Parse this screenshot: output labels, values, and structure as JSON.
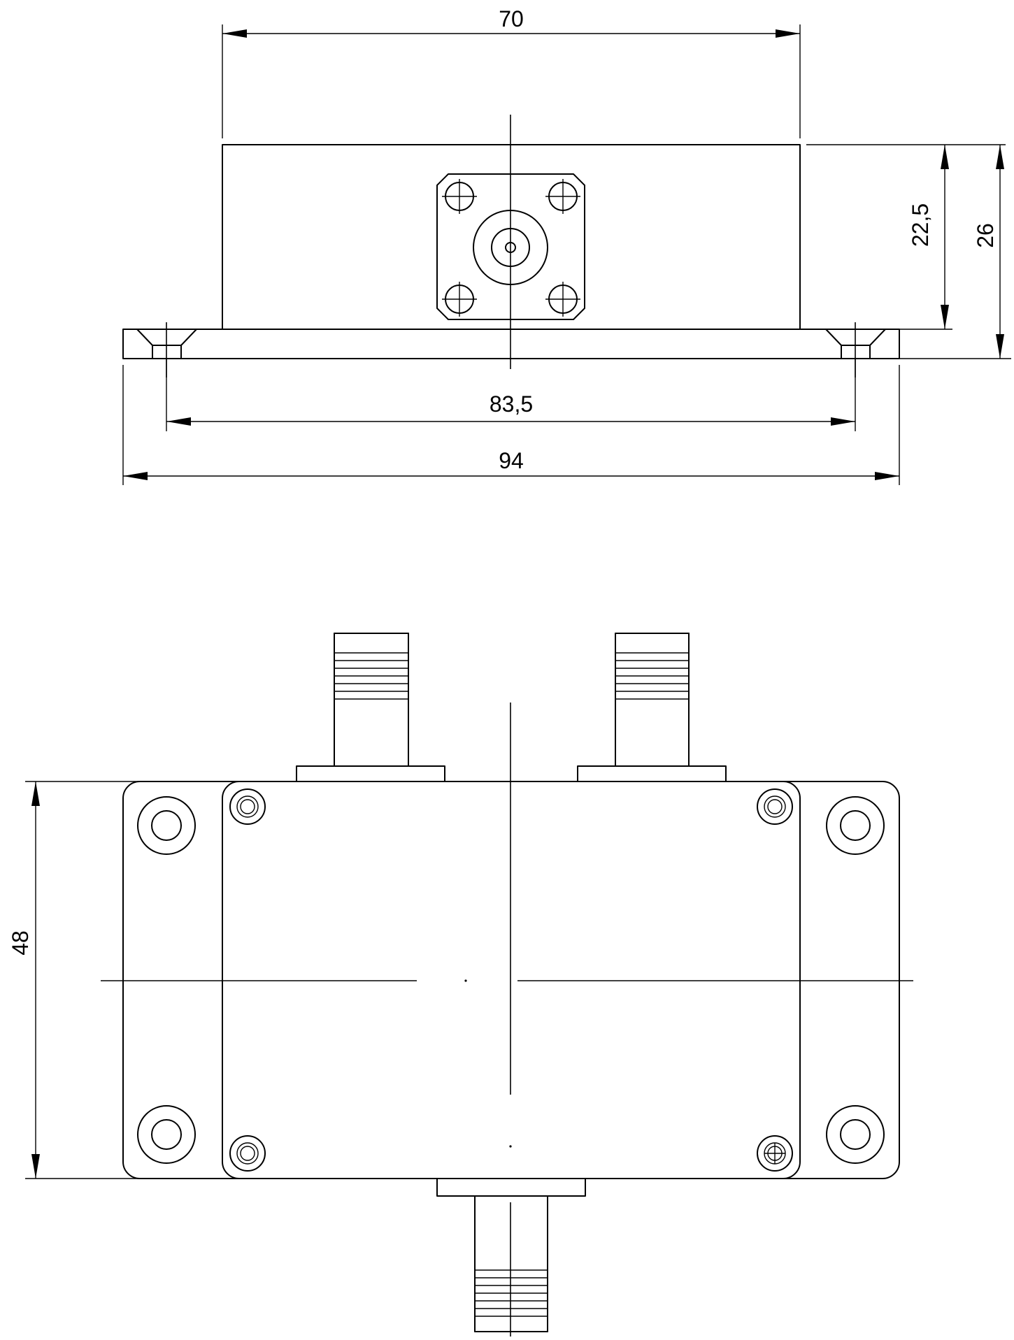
{
  "dimensions": {
    "top_width": "70",
    "inner_height": "22,5",
    "total_height": "26",
    "hole_spacing": "83,5",
    "base_width": "94",
    "plan_height": "48"
  },
  "colors": {
    "line": "#000000",
    "background": "#ffffff"
  }
}
